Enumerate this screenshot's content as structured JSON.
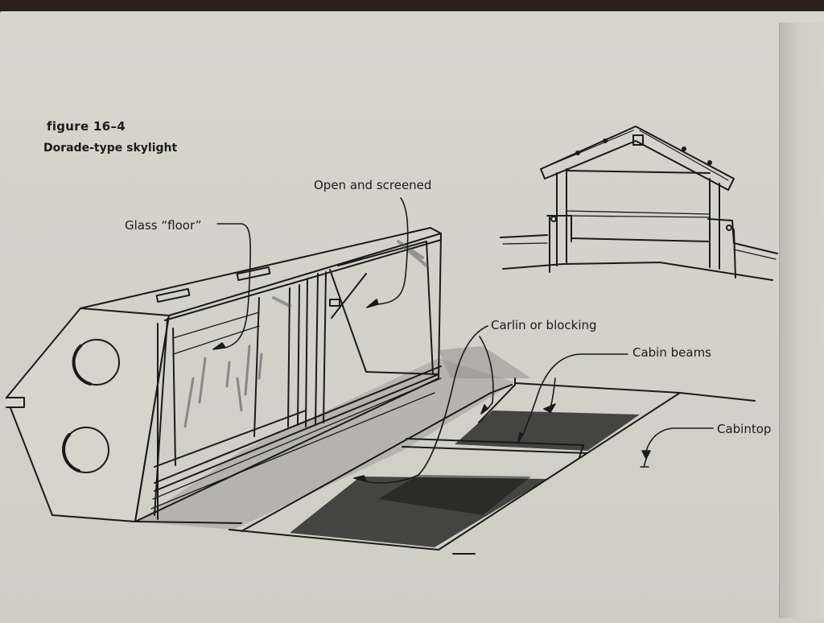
{
  "figure": {
    "number": "figure 16–4",
    "caption": "Dorade-type skylight"
  },
  "callouts": {
    "open_and_screened": "Open and screened",
    "glass_floor": "Glass “floor”",
    "carlin_or_blocking": "Carlin or blocking",
    "cabin_beams": "Cabin beams",
    "cabintop": "Cabintop"
  }
}
